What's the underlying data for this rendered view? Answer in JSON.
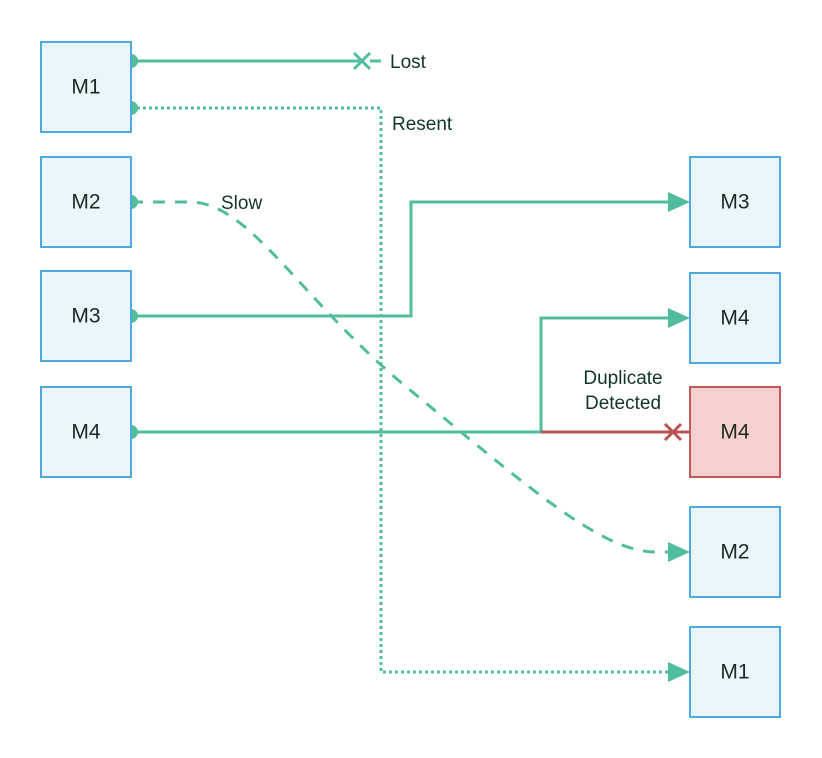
{
  "colors": {
    "line": "#52bd9c",
    "box_fill": "#eaf5fc",
    "box_stroke": "#4fa8e0",
    "duplicate_fill": "#f7cfcf",
    "duplicate_stroke": "#c05a5a",
    "reject_line": "#b85450",
    "text": "#1a2a1f"
  },
  "senders": [
    {
      "id": "s-m1",
      "label": "M1"
    },
    {
      "id": "s-m2",
      "label": "M2"
    },
    {
      "id": "s-m3",
      "label": "M3"
    },
    {
      "id": "s-m4",
      "label": "M4"
    }
  ],
  "receivers": [
    {
      "id": "r-m3",
      "label": "M3"
    },
    {
      "id": "r-m4",
      "label": "M4"
    },
    {
      "id": "r-m4-dup",
      "label": "M4",
      "duplicate": true
    },
    {
      "id": "r-m2",
      "label": "M2"
    },
    {
      "id": "r-m1",
      "label": "M1"
    }
  ],
  "annotations": {
    "lost": "Lost",
    "resent": "Resent",
    "slow": "Slow",
    "duplicate_line1": "Duplicate",
    "duplicate_line2": "Detected"
  },
  "icons": {
    "lost_marker": "x-mark-icon",
    "reject_marker": "x-mark-icon"
  }
}
